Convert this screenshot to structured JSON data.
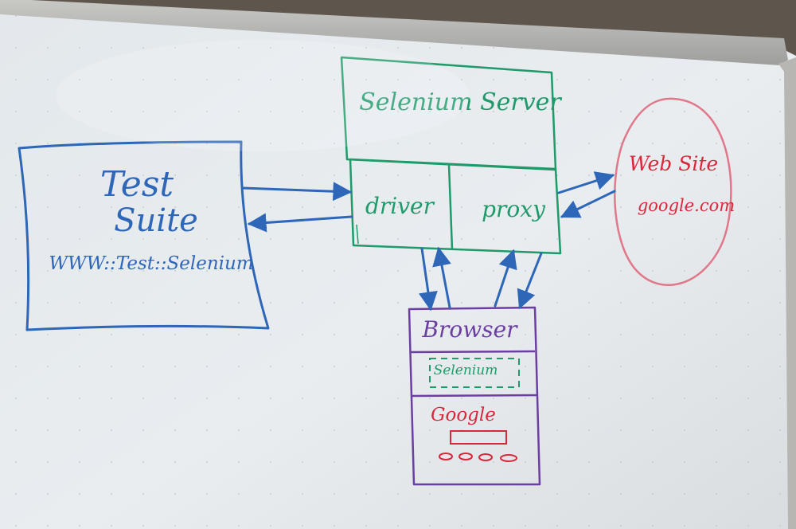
{
  "test_suite": {
    "title_line1": "Test",
    "title_line2": "Suite",
    "module": "WWW::Test::Selenium",
    "color": "#2e66b8"
  },
  "selenium_server": {
    "title": "Selenium Server",
    "driver_label": "driver",
    "proxy_label": "proxy",
    "color": "#1f9a6a"
  },
  "web_site": {
    "title": "Web Site",
    "domain": "google.com",
    "title_color": "#d8283c",
    "circle_color": "#e0788a"
  },
  "browser": {
    "title": "Browser",
    "selenium_label": "Selenium",
    "google_label": "Google",
    "color": "#6b3fa0",
    "selenium_color": "#1f9a6a",
    "google_color": "#d8283c"
  },
  "arrow_color": "#2e66b8",
  "whiteboard_color": "#e9edf0"
}
